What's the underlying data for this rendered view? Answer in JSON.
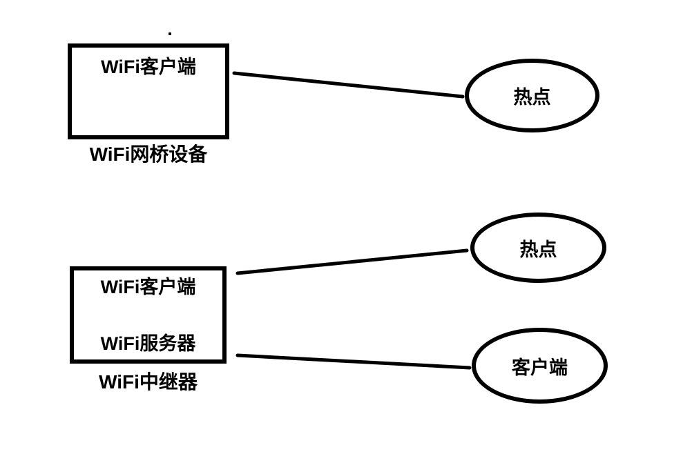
{
  "diagram": {
    "bridge_group": {
      "box_label": "WiFi客户端",
      "caption": "WiFi网桥设备",
      "hotspot_label": "热点"
    },
    "repeater_group": {
      "box_label_top": "WiFi客户端",
      "box_label_bottom": "WiFi服务器",
      "caption": "WiFi中继器",
      "hotspot_label": "热点",
      "client_label": "客户端"
    },
    "edges": [
      {
        "from": "WiFi网桥设备 (WiFi客户端)",
        "to": "热点"
      },
      {
        "from": "WiFi中继器 (WiFi客户端)",
        "to": "热点"
      },
      {
        "from": "WiFi中继器 (WiFi服务器)",
        "to": "客户端"
      }
    ]
  },
  "colors": {
    "stroke": "#000000",
    "background": "#ffffff"
  }
}
